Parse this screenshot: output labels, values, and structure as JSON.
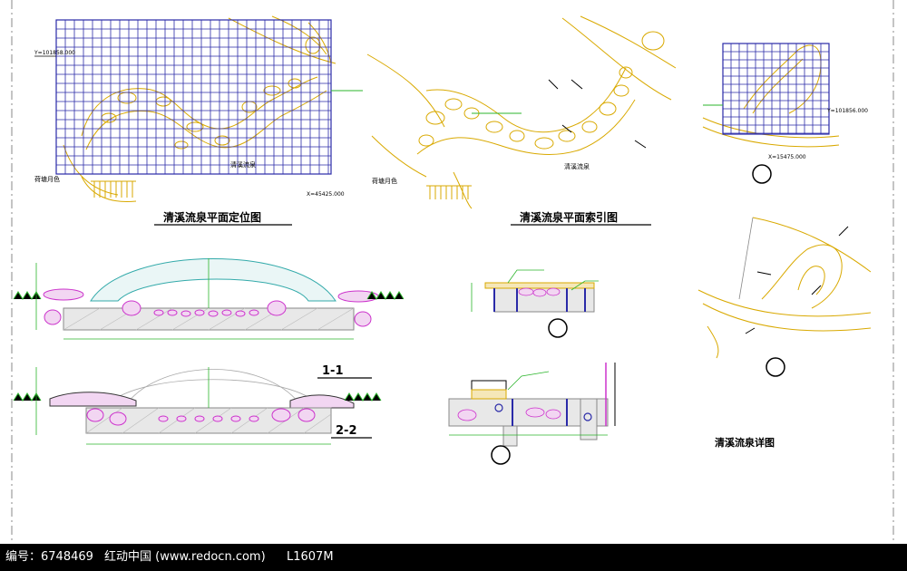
{
  "colors": {
    "grid": "#2a2aa8",
    "plan": "#d9a900",
    "leader": "#2bb52b",
    "pebble": "#cc33cc",
    "arch": "#33aaaa",
    "concrete": "#888888",
    "text": "#000000",
    "footer_bg": "#000000",
    "footer_text": "#ffffff"
  },
  "drawings": {
    "location_plan": {
      "title": "清溪流泉平面定位图",
      "coord_y": "Y=101858.000",
      "coord_x": "X=45425.000",
      "label_stream": "清溪流泉",
      "label_pavilion": "荷塘月色"
    },
    "index_plan": {
      "title": "清溪流泉平面索引图",
      "label_stream": "清溪流泉",
      "label_pavilion": "荷塘月色"
    },
    "detail_grid": {
      "coord_y": "Y=101856.000",
      "coord_x": "X=15475.000"
    },
    "section_1": {
      "label": "1-1"
    },
    "section_2": {
      "label": "2-2"
    },
    "detail_plan": {
      "title": "清溪流泉详图"
    }
  },
  "footer": {
    "id_text": "编号：6748469",
    "site_text": "红动中国 (www.redocn.com)",
    "code_text": "L1607M"
  }
}
